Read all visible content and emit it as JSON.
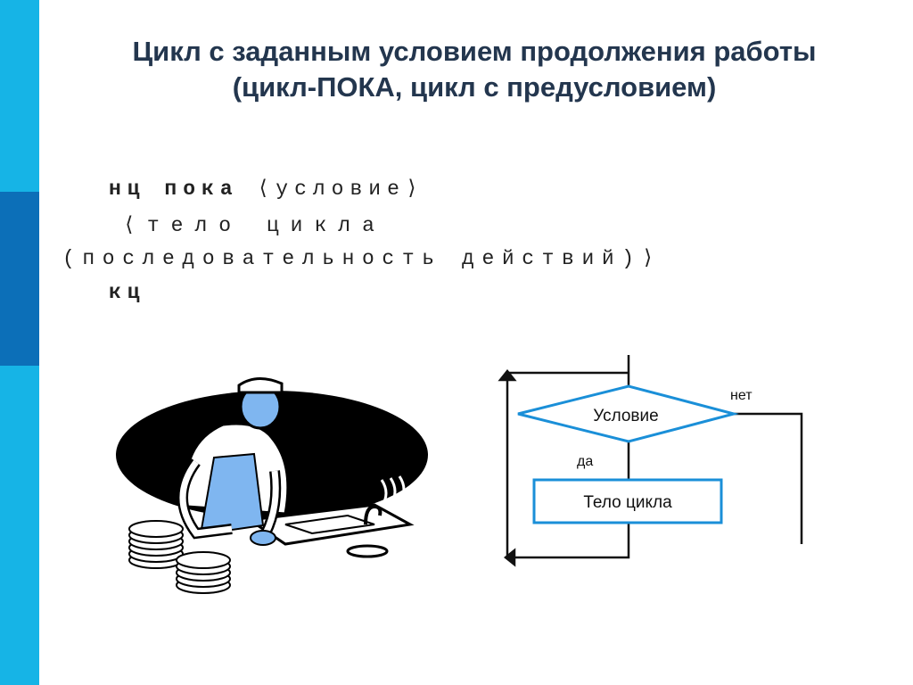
{
  "slide": {
    "title_line1": "Цикл с заданным условием продолжения работы",
    "title_line2": "(цикл-ПОКА, цикл с предусловием)"
  },
  "code": {
    "line1_keyword": "нц пока",
    "line1_rest": " ⟨условие⟩",
    "line2": "⟨тело цикла",
    "line3": "(последовательность действий)⟩",
    "line4_keyword": "кц"
  },
  "flowchart": {
    "condition_label": "Условие",
    "body_label": "Тело цикла",
    "yes_label": "да",
    "no_label": "нет",
    "accent_color": "#1a8fd8",
    "line_color": "#111111"
  },
  "colors": {
    "sidebar": "#16b4e6",
    "sidebar_band": "#0c6fb8",
    "title": "#23364e",
    "illustration_blue": "#7fb6f0"
  }
}
